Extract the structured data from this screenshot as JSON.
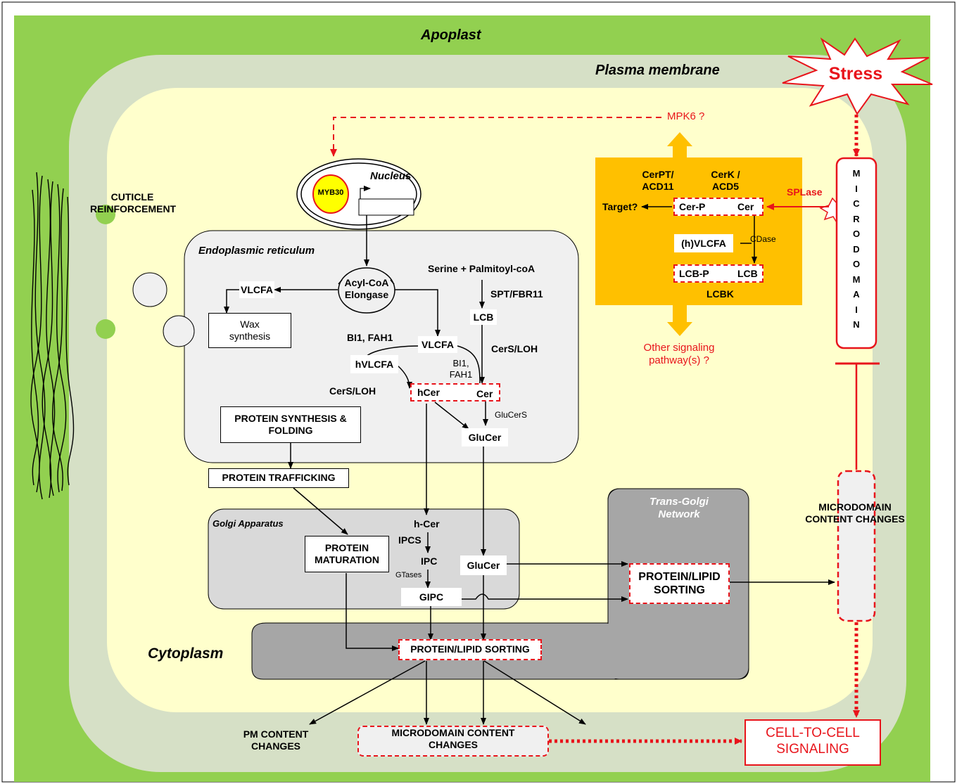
{
  "compartments": {
    "apoplast": "Apoplast",
    "plasma_membrane": "Plasma membrane",
    "cytoplasm": "Cytoplasm",
    "nucleus": "Nucleus",
    "er": "Endoplasmic reticulum",
    "golgi": "Golgi Apparatus",
    "tgn_line1": "Trans-Golgi",
    "tgn_line2": "Network"
  },
  "stress": "Stress",
  "mpk6": "MPK6 ?",
  "splase": "SPLase",
  "microdomain_letters": [
    "M",
    "I",
    "C",
    "R",
    "O",
    "D",
    "O",
    "M",
    "A",
    "I",
    "N"
  ],
  "cuticle": {
    "line1": "CUTICLE",
    "line2": "REINFORCEMENT"
  },
  "nucleus_gene": "MYB30",
  "er": {
    "acyl_line1": "Acyl-CoA",
    "acyl_line2": "Elongase",
    "vlcfa_left": "VLCFA",
    "wax_line1": "Wax",
    "wax_line2": "synthesis",
    "serine": "Serine + Palmitoyl-coA",
    "spt": "SPT/FBR11",
    "lcb": "LCB",
    "bi1_fah1_left": "BI1, FAH1",
    "vlcfa_mid": "VLCFA",
    "cers_loh_right": "CerS/LOH",
    "hvlcfa": "hVLCFA",
    "bi1_line1": "BI1,",
    "bi1_line2": "FAH1",
    "cers_loh_left": "CerS/LOH",
    "hcer": "hCer",
    "cer": "Cer",
    "glucers": "GluCerS",
    "glucer": "GluCer",
    "protein_synthesis_line1": "PROTEIN SYNTHESIS &",
    "protein_synthesis_line2": "FOLDING"
  },
  "protein_trafficking": "PROTEIN TRAFFICKING",
  "golgi": {
    "hcer": "h-Cer",
    "ipcs": "IPCS",
    "ipc": "IPC",
    "gtases": "GTases",
    "gipc": "GIPC",
    "glucer": "GluCer",
    "maturation_line1": "PROTEIN",
    "maturation_line2": "MATURATION"
  },
  "tgn_sorting": {
    "line1": "PROTEIN/LIPID",
    "line2": "SORTING"
  },
  "sorting_bottom": "PROTEIN/LIPID SORTING",
  "signaling_box": {
    "cerpt_line1": "CerPT/",
    "cerpt_line2": "ACD11",
    "cerk_line1": "CerK /",
    "cerk_line2": "ACD5",
    "target": "Target?",
    "cerp": "Cer-P",
    "cer": "Cer",
    "hvlcfa": "(h)VLCFA",
    "cdase": "CDase",
    "lcbp": "LCB-P",
    "lcb": "LCB",
    "lcbk": "LCBK"
  },
  "other_signaling": {
    "line1": "Other signaling",
    "line2": "pathway(s) ?"
  },
  "microdomain_changes_right": {
    "line1": "MICRODOMAIN",
    "line2": "CONTENT CHANGES"
  },
  "pm_content": {
    "line1": "PM CONTENT",
    "line2": "CHANGES"
  },
  "microdomain_changes_bottom": {
    "line1": "MICRODOMAIN CONTENT",
    "line2": "CHANGES"
  },
  "cell_signaling": {
    "line1": "CELL-TO-CELL",
    "line2": "SIGNALING"
  },
  "colors": {
    "apoplast": "#92d050",
    "membrane": "#d6e0c6",
    "cytoplasm": "#ffffcc",
    "er": "#f0f0f0",
    "golgi": "#d9d9d9",
    "tgn": "#a6a6a6",
    "signal_box": "#ffc000",
    "orange_arrow": "#ffc000",
    "red": "#e8141b",
    "myb30_fill": "#ffff00"
  }
}
